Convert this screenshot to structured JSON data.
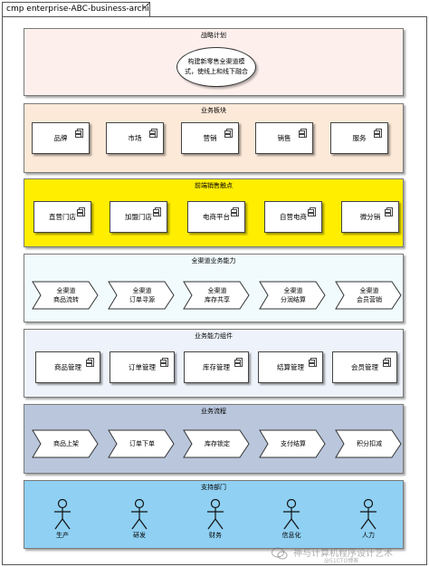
{
  "frame": {
    "title": "cmp enterprise-ABC-business-architecture"
  },
  "colors": {
    "strategy": "#fdf0ec",
    "business_sectors": "#fce9d8",
    "touchpoints": "#ffee00",
    "omnichannel": "#f1fbfe",
    "capability_components": "#eef3fb",
    "process": "#b9c6dc",
    "support": "#8fd0f3"
  },
  "strategy": {
    "title": "战略计划",
    "ellipse_lines": [
      "构建新零售全渠道模",
      "式，使线上和线下融合"
    ]
  },
  "business_sectors": {
    "title": "业务板块",
    "items": [
      "品牌",
      "市场",
      "营销",
      "销售",
      "服务"
    ]
  },
  "touchpoints": {
    "title": "前端销售触点",
    "items": [
      "直营门店",
      "加盟门店",
      "电商平台",
      "自营电商",
      "微分销"
    ]
  },
  "omnichannel": {
    "title": "全渠道业务能力",
    "items": [
      {
        "line1": "全渠道",
        "line2": "商品流转"
      },
      {
        "line1": "全渠道",
        "line2": "订单寻源"
      },
      {
        "line1": "全渠道",
        "line2": "库存共享"
      },
      {
        "line1": "全渠道",
        "line2": "分润结算"
      },
      {
        "line1": "全渠道",
        "line2": "会员营销"
      }
    ]
  },
  "capability_components": {
    "title": "业务能力组件",
    "items": [
      "商品管理",
      "订单管理",
      "库存管理",
      "结算管理",
      "会员管理"
    ]
  },
  "process": {
    "title": "业务流程",
    "items": [
      "商品上架",
      "订单下单",
      "库存锁定",
      "支付结算",
      "积分扣减"
    ]
  },
  "support": {
    "title": "支持部门",
    "items": [
      "生产",
      "研发",
      "财务",
      "信息化",
      "人力"
    ]
  },
  "watermark": {
    "text": "神与计算机程序设计艺术",
    "sub": "@51CTO博客"
  }
}
